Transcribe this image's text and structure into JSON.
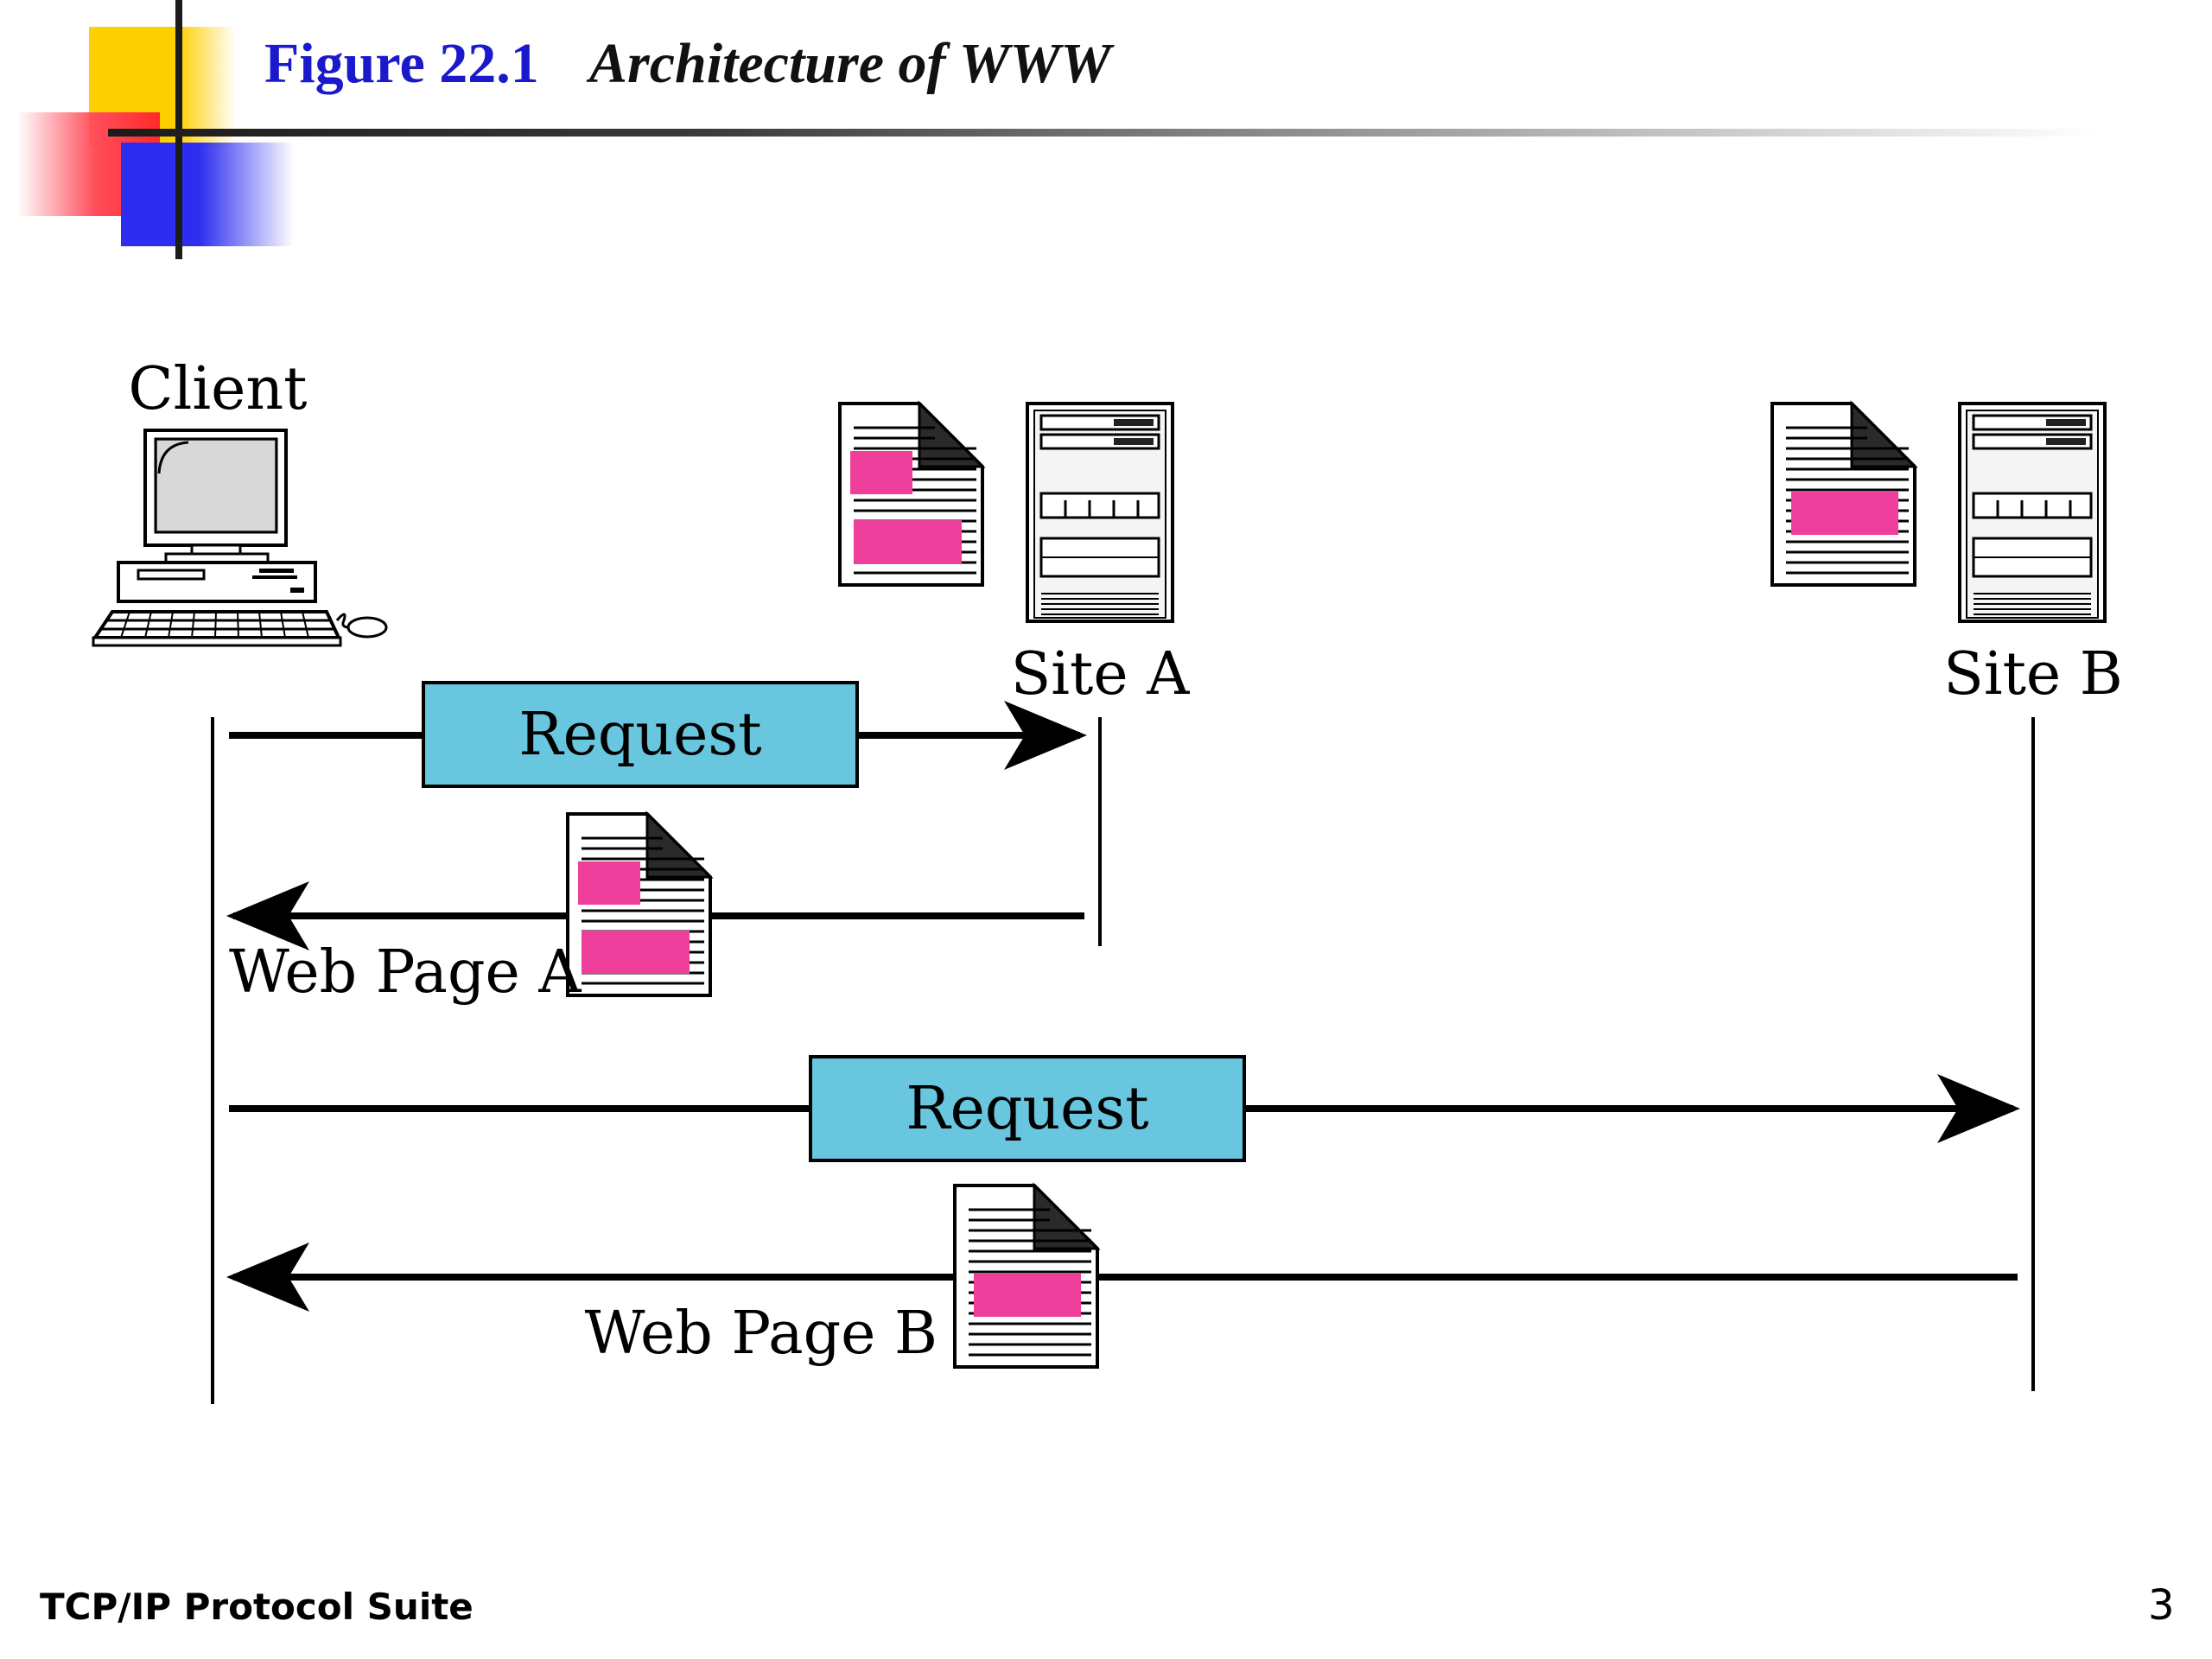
{
  "header": {
    "figure_number": "Figure 22.1",
    "figure_title": "Architecture of WWW"
  },
  "diagram": {
    "client_label": "Client",
    "site_a_label": "Site A",
    "site_b_label": "Site B",
    "request_a_label": "Request",
    "request_b_label": "Request",
    "response_a_label": "Web Page A",
    "response_b_label": "Web Page B",
    "colors": {
      "request_box": "#69c6df",
      "page_block": "#ee3f9c"
    }
  },
  "footer": {
    "suite": "TCP/IP Protocol Suite",
    "page_number": "3"
  }
}
